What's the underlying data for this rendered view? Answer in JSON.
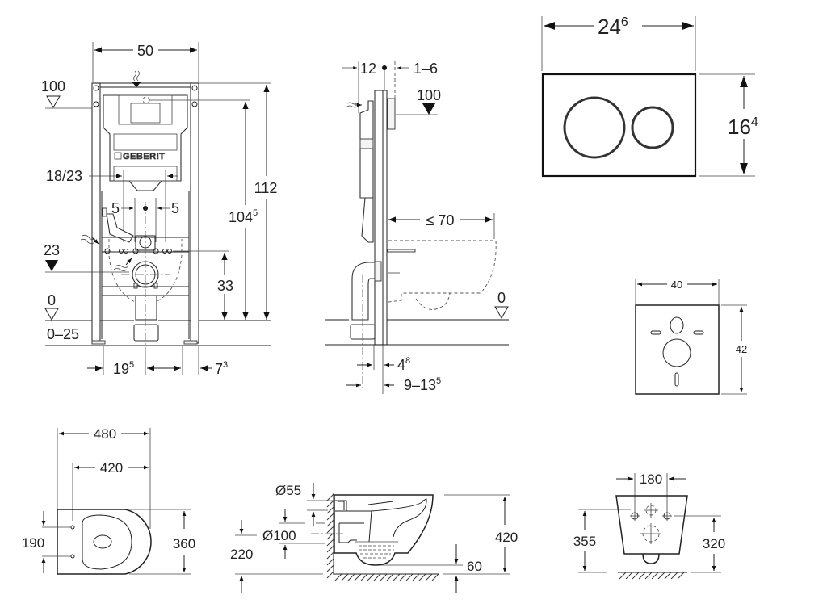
{
  "front_view": {
    "width": "50",
    "level_top": "100",
    "height_total": "112",
    "height_actuation_base": "104",
    "height_actuation_sup": "5",
    "fixing_distance": "18/23",
    "offset_left": "5",
    "offset_right": "5",
    "level_drain": "23",
    "drain_height": "33",
    "level_floor": "0",
    "floor_range": "0–25",
    "foot_offset_base": "19",
    "foot_offset_sup": "5",
    "foot_edge_base": "7",
    "foot_edge_sup": "3",
    "brand": "GEBERIT"
  },
  "side_view": {
    "depth": "12",
    "wall_range": "1–6",
    "level_top": "100",
    "projection": "≤ 70",
    "level_floor": "0",
    "frame_depth_base": "4",
    "frame_depth_sup": "8",
    "install_depth_base": "9–13",
    "install_depth_sup": "5"
  },
  "flush_plate": {
    "width_base": "24",
    "width_sup": "6",
    "height_base": "16",
    "height_sup": "4"
  },
  "sound_pad": {
    "width": "40",
    "height": "42"
  },
  "wc_top_view": {
    "length_total": "480",
    "length_to_bolts": "420",
    "bolt_spacing": "190",
    "width": "360"
  },
  "wc_side_view": {
    "inlet_diameter": "Ø55",
    "outlet_diameter": "Ø100",
    "outlet_height": "220",
    "rim_height": "420",
    "bowl_clearance": "60"
  },
  "wc_back_view": {
    "bolt_spacing": "180",
    "inlet_height": "355",
    "bolt_height": "320"
  }
}
